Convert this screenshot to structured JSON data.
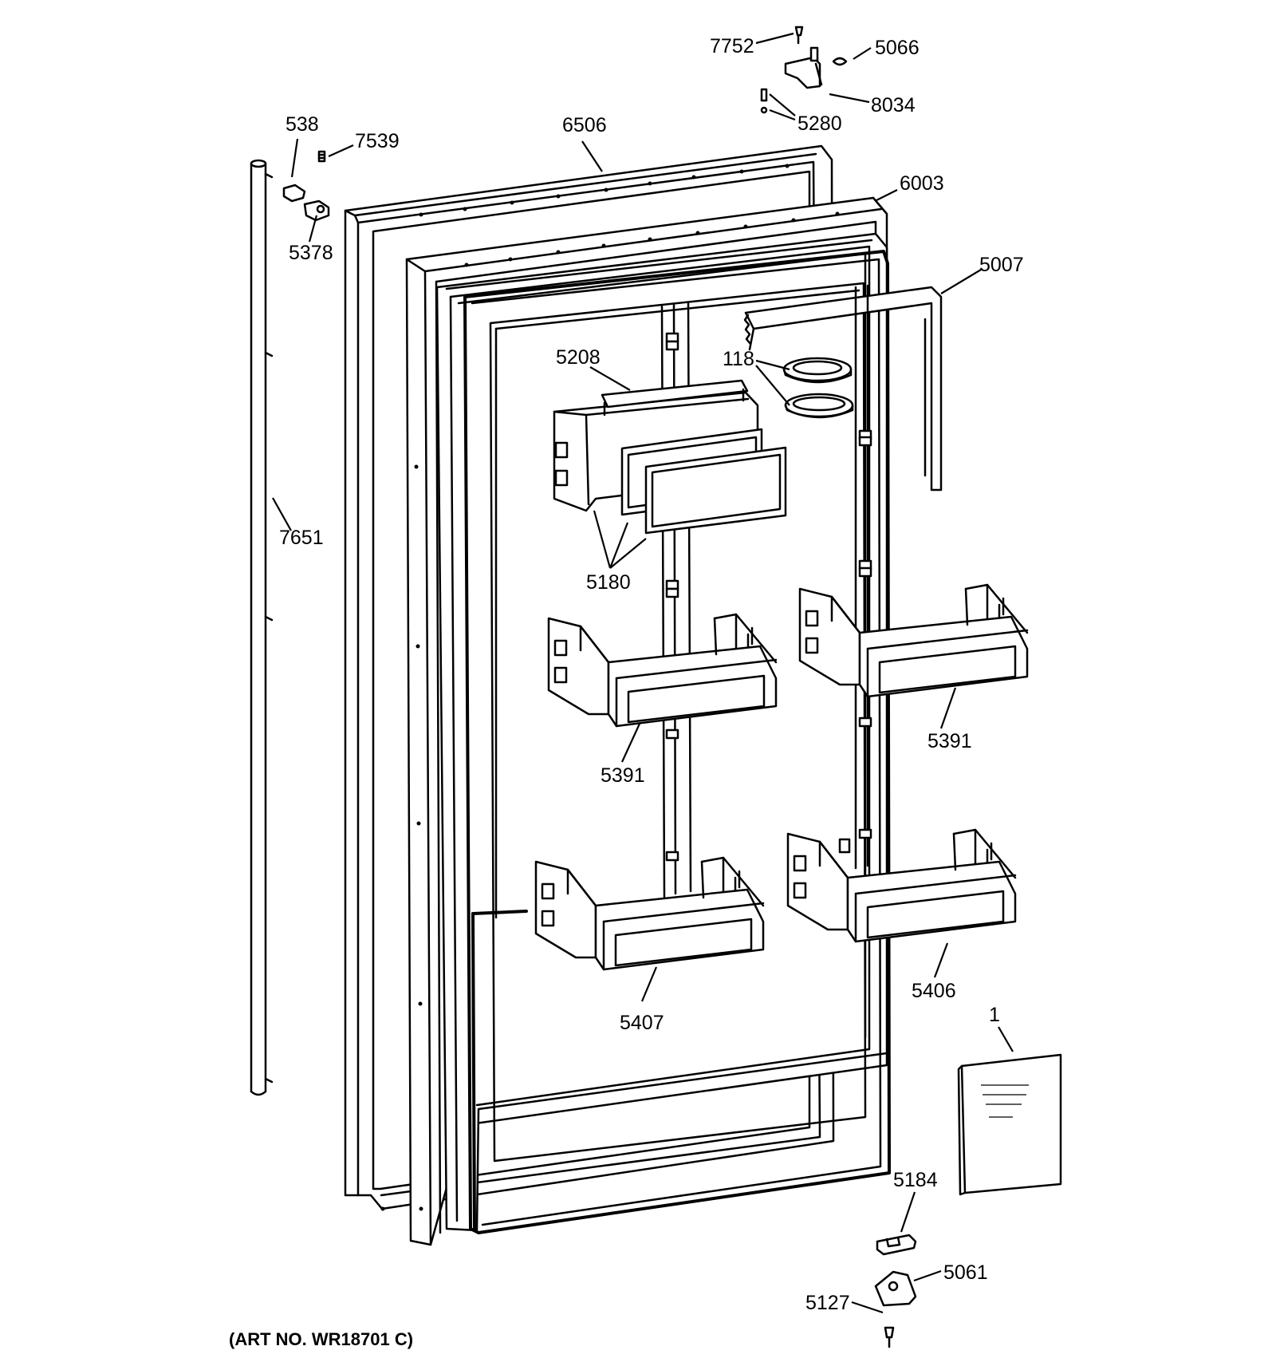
{
  "footer": {
    "art_no": "(ART NO. WR18701 C)"
  },
  "parts": [
    {
      "id": "p7752",
      "label": "7752"
    },
    {
      "id": "p5066",
      "label": "5066"
    },
    {
      "id": "p8034",
      "label": "8034"
    },
    {
      "id": "p5280",
      "label": "5280"
    },
    {
      "id": "p538",
      "label": "538"
    },
    {
      "id": "p7539",
      "label": "7539"
    },
    {
      "id": "p6506",
      "label": "6506"
    },
    {
      "id": "p6003",
      "label": "6003"
    },
    {
      "id": "p5378",
      "label": "5378"
    },
    {
      "id": "p5007",
      "label": "5007"
    },
    {
      "id": "p5208",
      "label": "5208"
    },
    {
      "id": "p118",
      "label": "118"
    },
    {
      "id": "p7651",
      "label": "7651"
    },
    {
      "id": "p5180",
      "label": "5180"
    },
    {
      "id": "p5391a",
      "label": "5391"
    },
    {
      "id": "p5391b",
      "label": "5391"
    },
    {
      "id": "p5406",
      "label": "5406"
    },
    {
      "id": "p5407",
      "label": "5407"
    },
    {
      "id": "p1",
      "label": "1"
    },
    {
      "id": "p5184",
      "label": "5184"
    },
    {
      "id": "p5061",
      "label": "5061"
    },
    {
      "id": "p5127",
      "label": "5127"
    }
  ]
}
